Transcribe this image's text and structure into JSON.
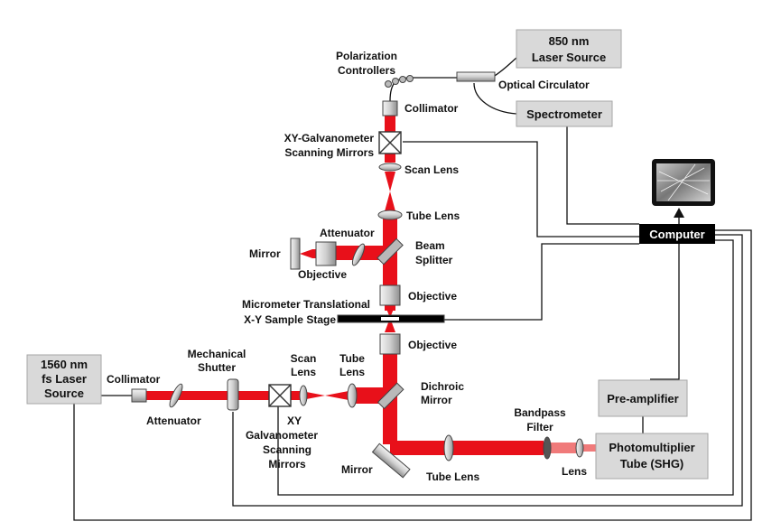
{
  "colors": {
    "beam": "#e8101a",
    "beam_light": "#f07a7a",
    "box_fill": "#d9d9d9",
    "box_stroke": "#a6a6a6",
    "wire": "#111111",
    "computer_fill": "#000000",
    "optic_fill": "#c8c8c8"
  },
  "boxes": {
    "laser850": [
      "850 nm",
      "Laser Source"
    ],
    "spectrometer": [
      "Spectrometer"
    ],
    "laser1560": [
      "1560 nm",
      "fs Laser",
      "Source"
    ],
    "preamp": [
      "Pre-amplifier"
    ],
    "pmt": [
      "Photomultiplier",
      "Tube (SHG)"
    ],
    "computer": [
      "Computer"
    ]
  },
  "labels": {
    "polarization_controllers": [
      "Polarization",
      "Controllers"
    ],
    "optical_circulator": [
      "Optical Circulator"
    ],
    "collimator_top": [
      "Collimator"
    ],
    "xy_galvo_top": [
      "XY-Galvanometer",
      "Scanning Mirrors"
    ],
    "scan_lens_top": [
      "Scan Lens"
    ],
    "tube_lens_top": [
      "Tube Lens"
    ],
    "attenuator_top": [
      "Attenuator"
    ],
    "mirror_top": [
      "Mirror"
    ],
    "objective_ref": [
      "Objective"
    ],
    "beam_splitter": [
      "Beam",
      "Splitter"
    ],
    "objective_mid": [
      "Objective"
    ],
    "sample_stage": [
      "Micrometer Translational",
      "X-Y Sample Stage"
    ],
    "objective_low": [
      "Objective"
    ],
    "collimator_left": [
      "Collimator"
    ],
    "attenuator_left": [
      "Attenuator"
    ],
    "mechanical_shutter": [
      "Mechanical",
      "Shutter"
    ],
    "scan_lens_left": [
      "Scan",
      "Lens"
    ],
    "tube_lens_left": [
      "Tube",
      "Lens"
    ],
    "xy_galvo_bottom": [
      "XY",
      "Galvanometer",
      "Scanning",
      "Mirrors"
    ],
    "dichroic_mirror": [
      "Dichroic",
      "Mirror"
    ],
    "mirror_bottom": [
      "Mirror"
    ],
    "tube_lens_bottom": [
      "Tube Lens"
    ],
    "bandpass_filter": [
      "Bandpass",
      "Filter"
    ],
    "lens_pmt": [
      "Lens"
    ]
  }
}
